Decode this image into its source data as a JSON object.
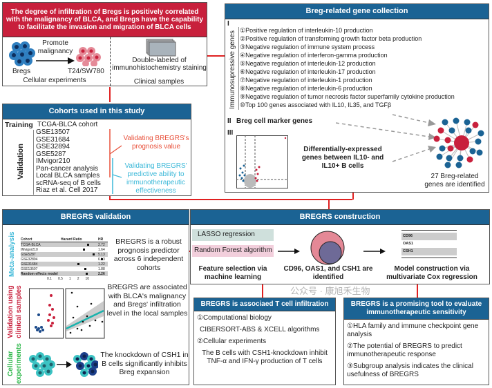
{
  "top": {
    "title": "The degree of infiltration of Bregs is positively correlated with the malignancy of BLCA, and Bregs have the capability to facilitate the invasion and migration of BLCA cells",
    "promote": "Promote malignancy",
    "bregs": "Bregs",
    "t24": "T24/SW780",
    "cellular": "Cellular experiments",
    "double": "Double-labeled of immunohistochemistry staining",
    "clinical": "Clinical samples"
  },
  "cohorts": {
    "title": "Cohorts used in this study",
    "training_label": "Training",
    "training": "TCGA-BLCA cohort",
    "validation_label": "Validation",
    "validation": [
      "GSE13507",
      "GSE31684",
      "GSE32894",
      "GSE5287",
      "IMvigor210",
      "Pan-cancer analysis",
      "Local BLCA samples",
      "scRNA-seq of B cells",
      "Riaz et al. Cell 2017"
    ],
    "prognosis": "Validating BREGRS's prognosis value",
    "immuno": "Validating BREGRS' predictive ability to immunotherapeutic effectiveness"
  },
  "genes": {
    "title": "Breg-related gene collection",
    "section1_num": "I",
    "section1_label": "Immunosupressive genes",
    "items": [
      "①Positive regulation of interleukin-10 production",
      "②Positive regulation of transforming growth factor beta production",
      "③Negative regulation of immune system process",
      "④Negative regulation of interferon-gamma production",
      "⑤Negative regulation of interleukin-12 production",
      "⑥Negative regulation of interleukin-17 production",
      "⑦Negative regulation of interleukin-1 production",
      "⑧Negative regulation of interleukin-6 production",
      "⑨Negative regulation of tumor necrosis factor superfamily cytokine production",
      "⑩Top 100 genes associated with IL10, IL35, and TGFβ"
    ],
    "section2_num": "II",
    "section2": "Breg cell marker genes",
    "section3_num": "III",
    "section3": "Differentially-expressed genes between IL10- and IL10+ B cells",
    "result": "27 Breg-related genes are identified"
  },
  "validation": {
    "title": "BREGRS validation",
    "meta_label": "Meta-analysis",
    "clinical_label": "Validation using clinical samples",
    "cell_label": "Cellular experiments",
    "forest": {
      "col_cohort": "Cohort",
      "col_hr": "Hazard Ratio",
      "col_hrv": "HR",
      "rows": [
        {
          "name": "TCGA-BLCA",
          "hr": "2.72"
        },
        {
          "name": "IMvigor210",
          "hr": "1.64"
        },
        {
          "name": "GSE5287",
          "hr": "5.13"
        },
        {
          "name": "GSE32894",
          "hr": "6.13"
        },
        {
          "name": "GSE31684",
          "hr": "1.22"
        },
        {
          "name": "GSE13507",
          "hr": "1.88"
        },
        {
          "name": "Random effects model",
          "hr": "2.26"
        }
      ],
      "ticks": [
        "0.1",
        "0.5",
        "1",
        "2",
        "10"
      ]
    },
    "meta_text": "BREGRS is a robust prognosis predictor across 6 independent cohorts",
    "clinical_text": "BREGRS are associated with BLCA's malignancy and Bregs' infiltration level in the local samples",
    "cell_text": "The knockdown of CSH1 in B cells significantly inhibits Breg expansion"
  },
  "construction": {
    "title": "BREGRS construction",
    "lasso": "LASSO regression",
    "rf": "Random Forest algorithm",
    "feature": "Feature selection via machine learning",
    "identified": "CD96, OAS1, and CSH1 are identified",
    "model": "Model construction via multivariate Cox regression",
    "genes": [
      "CD96",
      "OAS1",
      "CSH1"
    ]
  },
  "tcell": {
    "title": "BREGRS is associaed T cell infiltration",
    "i1": "①Computational biology",
    "i1d": "CIBERSORT-ABS & XCELL algorithms",
    "i2": "②Cellular experiments",
    "i2d": "The B cells with CSH1-knockdown inhibit TNF-α and IFN-γ production of  T cells"
  },
  "immuno": {
    "title": "BREGRS is a promising tool to evaluate immunotherapeutic sensitivity",
    "i1": "①HLA family and immune checkpoint gene analysis",
    "i2": "②The potential of BREGRS to predict immunotherapeutic response",
    "i3": "③Subgroup analysis indicates the clinical usefulness of BREGRS"
  },
  "watermark": "公众号 · 康旭禾生物",
  "colors": {
    "header_blue": "#1b6394",
    "header_red": "#c8203c",
    "arrow_red": "#e02020",
    "cyan": "#3bb8d8",
    "green": "#2db84a"
  }
}
